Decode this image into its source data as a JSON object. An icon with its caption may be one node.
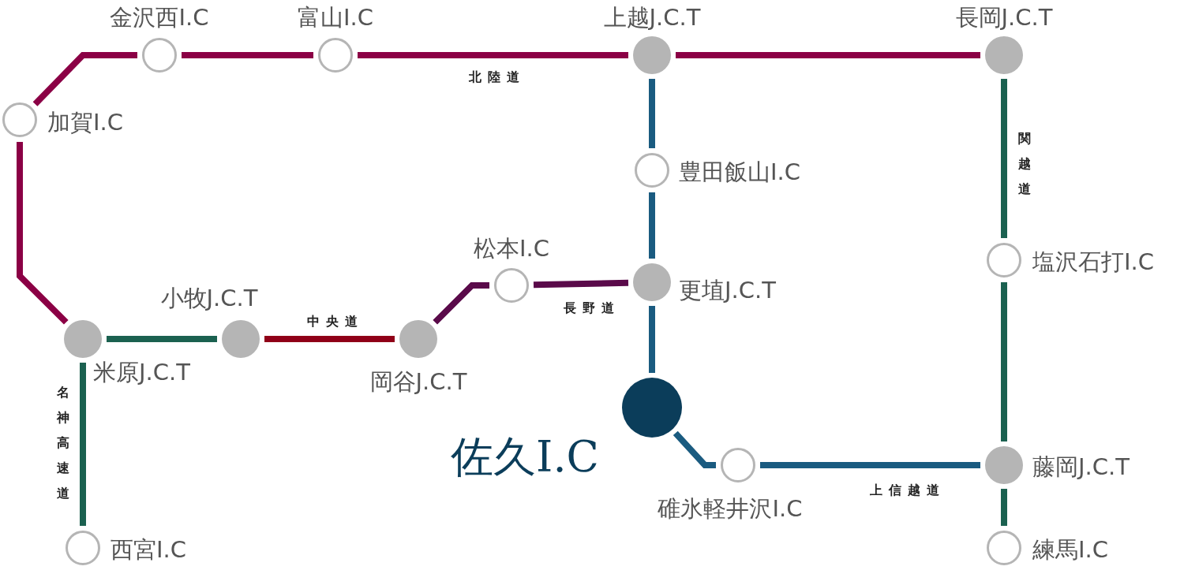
{
  "diagram": {
    "nodes": [
      {
        "text": [
          "金沢西I.C"
        ]
      },
      {
        "text": [
          "富山I.C"
        ]
      },
      {
        "text": [
          "上越J.C.T"
        ]
      },
      {
        "text": [
          "長岡J.C.T"
        ]
      },
      {
        "text": [
          "加賀I.C"
        ]
      },
      {
        "text": [
          "豊田飯山I.C"
        ]
      },
      {
        "text": [
          "松本I.C"
        ]
      },
      {
        "text": [
          "更埴J.C.T"
        ]
      },
      {
        "text": [
          "塩沢石打I.C"
        ]
      },
      {
        "text": [
          "小牧J.C.T"
        ]
      },
      {
        "text": [
          "米原J.C.T"
        ]
      },
      {
        "text": [
          "岡谷J.C.T"
        ]
      },
      {
        "text": [
          "佐久I.C"
        ]
      },
      {
        "text": [
          "碓氷軽井沢I.C"
        ]
      },
      {
        "text": [
          "藤岡J.C.T"
        ]
      },
      {
        "text": [
          "西宮I.C"
        ]
      },
      {
        "text": [
          "練馬I.C"
        ]
      }
    ],
    "edges": [
      {
        "from": 4,
        "to": 0,
        "arrow": "none",
        "color": "#8b0045"
      },
      {
        "from": 0,
        "to": 1,
        "arrow": "none",
        "color": "#8b0045"
      },
      {
        "from": 1,
        "to": 2,
        "arrow": "none",
        "color": "#8b0045",
        "label": "北陸道"
      },
      {
        "from": 2,
        "to": 3,
        "arrow": "none",
        "color": "#8b0045"
      },
      {
        "from": 4,
        "to": 10,
        "arrow": "none",
        "color": "#8b0045"
      },
      {
        "from": 2,
        "to": 5,
        "arrow": "none",
        "color": "#1a5b80"
      },
      {
        "from": 5,
        "to": 7,
        "arrow": "none",
        "color": "#1a5b80"
      },
      {
        "from": 7,
        "to": 12,
        "arrow": "none",
        "color": "#1a5b80"
      },
      {
        "from": 12,
        "to": 13,
        "arrow": "none",
        "color": "#1a5b80"
      },
      {
        "from": 13,
        "to": 14,
        "arrow": "none",
        "color": "#1a5b80",
        "label": "上信越道"
      },
      {
        "from": 3,
        "to": 8,
        "arrow": "none",
        "color": "#1b6150",
        "label": "関越道"
      },
      {
        "from": 8,
        "to": 14,
        "arrow": "none",
        "color": "#1b6150"
      },
      {
        "from": 14,
        "to": 16,
        "arrow": "none",
        "color": "#1b6150"
      },
      {
        "from": 10,
        "to": 9,
        "arrow": "none",
        "color": "#1b6150"
      },
      {
        "from": 9,
        "to": 11,
        "arrow": "none",
        "color": "#900018",
        "label": "中央道"
      },
      {
        "from": 11,
        "to": 6,
        "arrow": "none",
        "color": "#5a0a4a"
      },
      {
        "from": 6,
        "to": 7,
        "arrow": "none",
        "color": "#5a0a4a",
        "label": "長野道"
      },
      {
        "from": 10,
        "to": 15,
        "arrow": "none",
        "color": "#1b6150",
        "label": "名神高速道"
      }
    ]
  }
}
